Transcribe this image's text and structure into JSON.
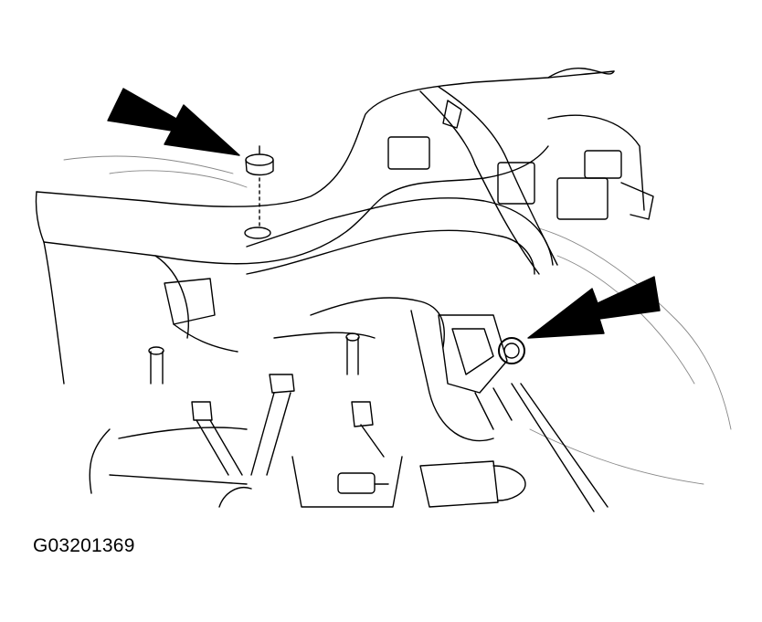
{
  "figure": {
    "id_label": "G03201369",
    "arrows": [
      {
        "name": "upper-left-arrow",
        "points_to": "nut"
      },
      {
        "name": "right-arrow",
        "points_to": "bolt"
      }
    ],
    "colors": {
      "ink": "#000000",
      "paper": "#ffffff"
    }
  }
}
